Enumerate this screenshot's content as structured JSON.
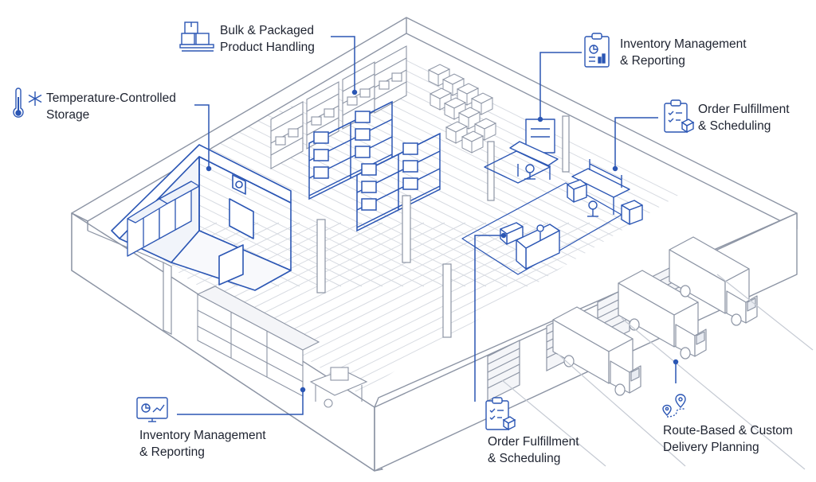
{
  "colors": {
    "accent": "#2b56b4",
    "line": "#8c94a4",
    "light_line": "#c5cad3",
    "text": "#1e2330"
  },
  "callouts": {
    "bulk": {
      "line1": "Bulk & Packaged",
      "line2": "Product Handling",
      "icon": "boxes-on-pallet-icon"
    },
    "temperature": {
      "line1": "Temperature-Controlled",
      "line2": "Storage",
      "icon": "thermometer-snowflake-icon"
    },
    "inventory_top": {
      "line1": "Inventory Management",
      "line2": "& Reporting",
      "icon": "clipboard-chart-icon"
    },
    "order_top": {
      "line1": "Order Fulfillment",
      "line2": "& Scheduling",
      "icon": "checklist-box-icon"
    },
    "inventory_bottom": {
      "line1": "Inventory Management",
      "line2": "& Reporting",
      "icon": "monitor-chart-icon"
    },
    "order_bottom": {
      "line1": "Order Fulfillment",
      "line2": "& Scheduling",
      "icon": "checklist-box-icon"
    },
    "route": {
      "line1": "Route-Based & Custom",
      "line2": "Delivery Planning",
      "icon": "route-pins-icon"
    }
  }
}
